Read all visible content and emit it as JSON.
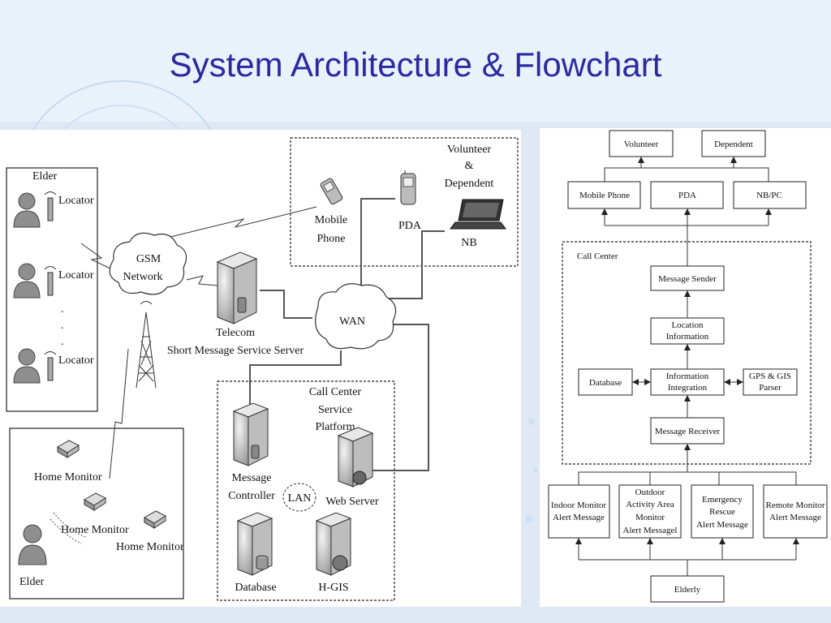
{
  "slide_title": "System Architecture & Flowchart",
  "architecture": {
    "elder_group": {
      "title": "Elder",
      "locators": [
        "Locator",
        "Locator",
        "Locator"
      ]
    },
    "gsm_network": [
      "GSM",
      "Network"
    ],
    "telecom_server": [
      "Telecom",
      "Short Message Service Server"
    ],
    "volunteer_group": {
      "title": [
        "Volunteer",
        "&",
        "Dependent"
      ],
      "mobile_phone": [
        "Mobile",
        "Phone"
      ],
      "pda": "PDA",
      "nb": "NB"
    },
    "wan": "WAN",
    "call_center": {
      "title": [
        "Call Center",
        "Service",
        "Platform"
      ],
      "message_controller": [
        "Message",
        "Controller"
      ],
      "lan": "LAN",
      "web_server": "Web Server",
      "database": "Database",
      "hgis": "H-GIS"
    },
    "home_group": {
      "monitors": [
        "Home Monitor",
        "Home Monitor",
        "Home Monitor"
      ],
      "elder": "Elder"
    }
  },
  "flowchart": {
    "top_row": [
      "Volunteer",
      "Dependent"
    ],
    "device_row": [
      "Mobile Phone",
      "PDA",
      "NB/PC"
    ],
    "call_center_label": "Call Center",
    "message_sender": "Message Sender",
    "location_information": [
      "Location",
      "Information"
    ],
    "database": "Database",
    "information_integration": [
      "Information",
      "Integration"
    ],
    "gps_gis_parser": [
      "GPS & GIS",
      "Parser"
    ],
    "message_receiver": "Message  Receiver",
    "alerts": [
      [
        "Indoor Monitor",
        "Alert Message"
      ],
      [
        "Outdoor",
        "Activity Area",
        "Monitor",
        "Alert Messagel"
      ],
      [
        "Emergency",
        "Rescue",
        "Alert Message"
      ],
      [
        "Remote Monitor",
        "Alert Message"
      ]
    ],
    "elderly": "Elderly"
  },
  "colors": {
    "title": "#2a2aa0",
    "background": "#dfe9f5"
  }
}
